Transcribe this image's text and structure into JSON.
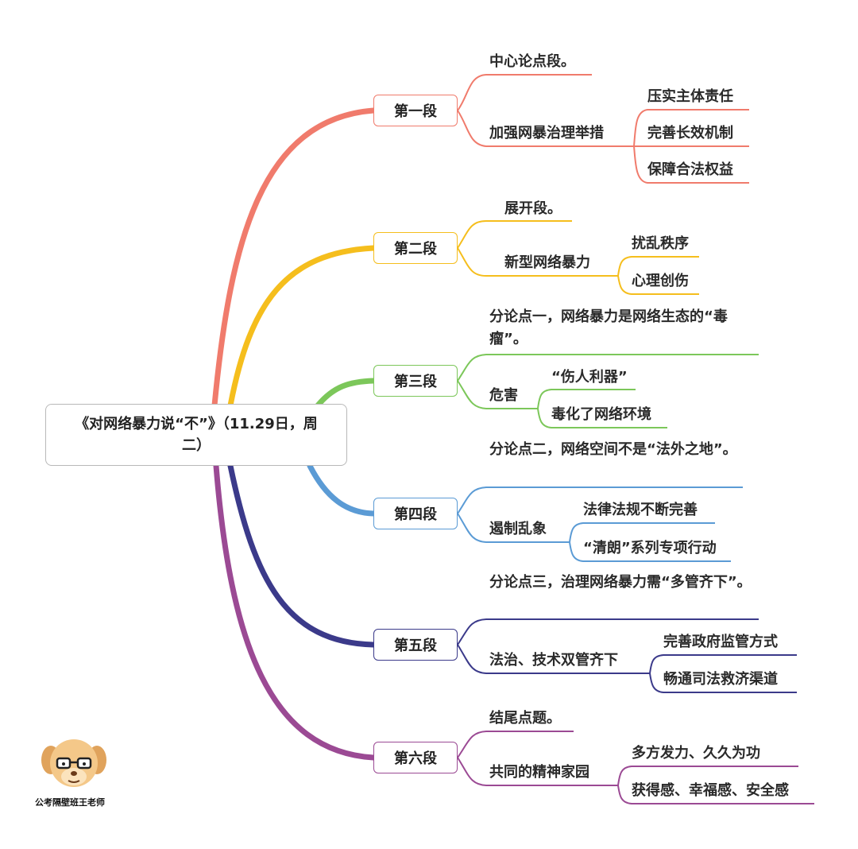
{
  "root": {
    "title": "《对网络暴力说“不”》（11.29日，周二）"
  },
  "colors": {
    "s1": "#f07b6c",
    "s2": "#f5be1d",
    "s3": "#7cc75a",
    "s4": "#5b9bd5",
    "s5": "#3b3a8a",
    "s6": "#9b4a94"
  },
  "sections": [
    {
      "label": "第一段",
      "head": "中心论点段。",
      "sub": "加强网暴治理举措",
      "items": [
        "压实主体责任",
        "完善长效机制",
        "保障合法权益"
      ]
    },
    {
      "label": "第二段",
      "head": "展开段。",
      "sub": "新型网络暴力",
      "items": [
        "扰乱秩序",
        "心理创伤"
      ]
    },
    {
      "label": "第三段",
      "head": "分论点一，网络暴力是网络生态的“毒瘤”。",
      "sub": "危害",
      "items": [
        "“伤人利器”",
        "毒化了网络环境"
      ]
    },
    {
      "label": "第四段",
      "head": "分论点二，网络空间不是“法外之地”。",
      "sub": "遏制乱象",
      "items": [
        "法律法规不断完善",
        "“清朗”系列专项行动"
      ]
    },
    {
      "label": "第五段",
      "head": "分论点三，治理网络暴力需“多管齐下”。",
      "sub": "法治、技术双管齐下",
      "items": [
        "完善政府监管方式",
        "畅通司法救济渠道"
      ]
    },
    {
      "label": "第六段",
      "head": "结尾点题。",
      "sub": "共同的精神家园",
      "items": [
        "多方发力、久久为功",
        "获得感、幸福感、安全感"
      ]
    }
  ],
  "logo": {
    "caption": "公考隔壁班王老师",
    "icon": "cartoon-dog-with-glasses-icon"
  }
}
